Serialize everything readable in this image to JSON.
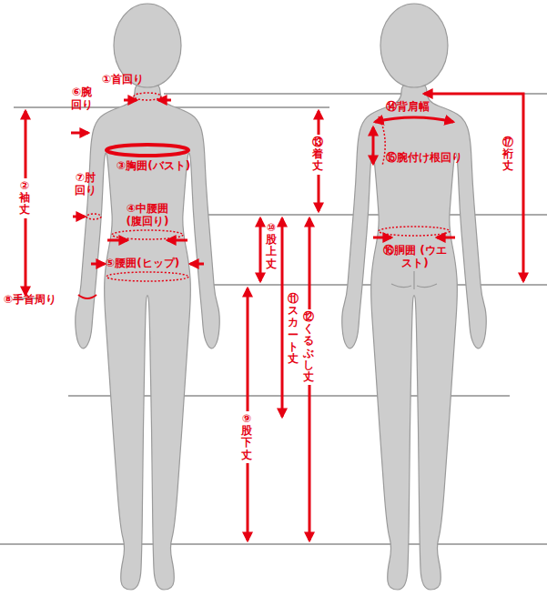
{
  "diagram": {
    "labels": [
      "①首回り",
      "②袖丈",
      "③胸囲(バスト)",
      "④中腰囲 (腹回り)",
      "⑤腰囲(ヒップ)",
      "⑥腕回り",
      "⑦肘回り",
      "⑧手首周り",
      "⑨股下丈",
      "⑩股上丈",
      "⑪スカート丈",
      "⑫くるぶし丈",
      "⑬着丈",
      "⑭背肩幅",
      "⑮腕付け根回り",
      "⑯胴囲 (ウエスト)",
      "⑰裄丈"
    ]
  }
}
